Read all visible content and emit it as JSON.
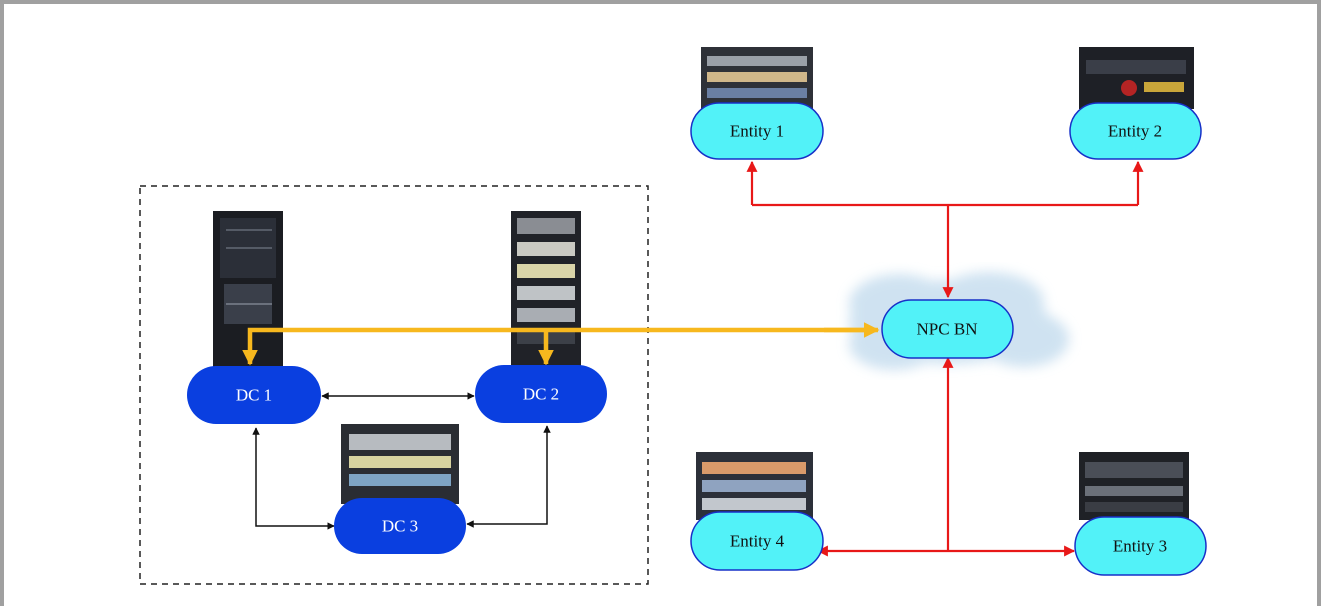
{
  "diagram": {
    "data_centers": {
      "dc1": {
        "label": "DC 1"
      },
      "dc2": {
        "label": "DC 2"
      },
      "dc3": {
        "label": "DC 3"
      }
    },
    "backbone": {
      "label": "NPC BN"
    },
    "entities": {
      "entity1": {
        "label": "Entity 1"
      },
      "entity2": {
        "label": "Entity 2"
      },
      "entity3": {
        "label": "Entity 3"
      },
      "entity4": {
        "label": "Entity 4"
      }
    },
    "colors": {
      "dc_fill": "#0a3fe0",
      "dc_text": "#ffffff",
      "entity_fill": "#52f2f8",
      "entity_stroke": "#1730c8",
      "entity_text": "#111111",
      "red_link": "#e81818",
      "yellow_link": "#f7b81e",
      "black_link": "#111111",
      "cloud": "#c7deef"
    }
  }
}
